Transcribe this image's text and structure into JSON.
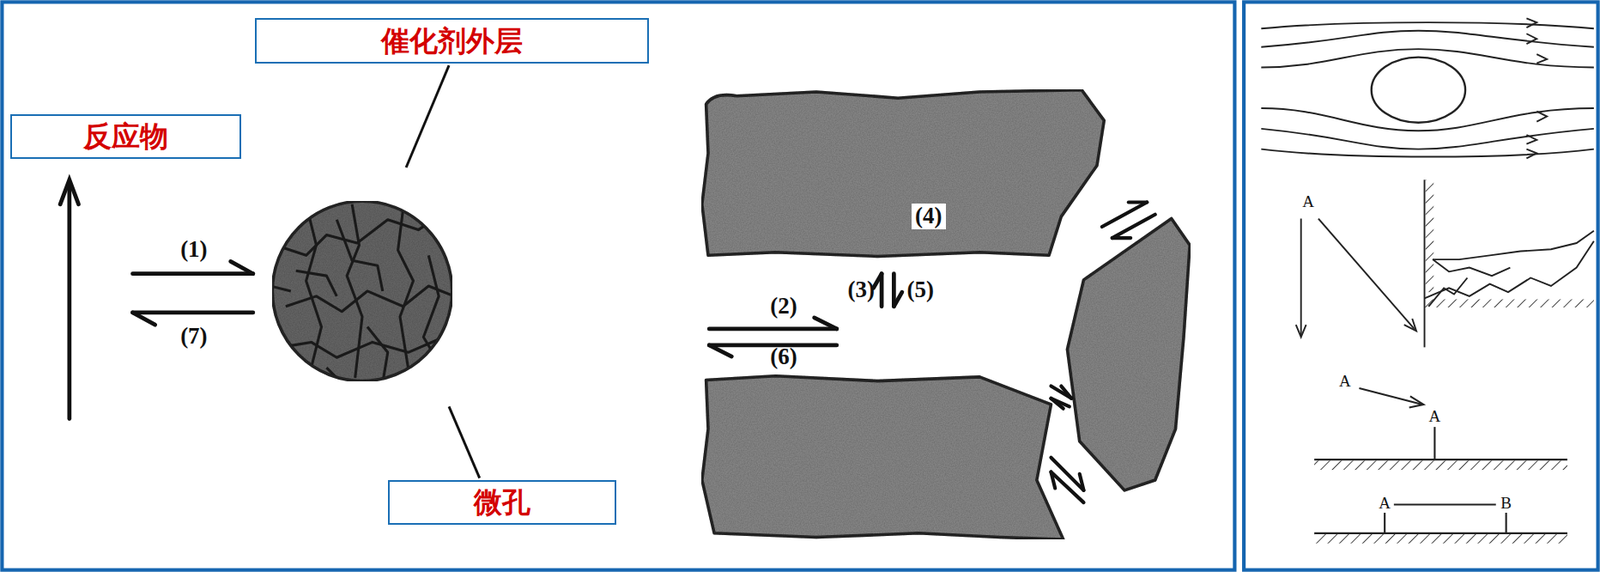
{
  "diagram": {
    "nodes": [
      {
        "text": [
          "反应物"
        ]
      },
      {
        "text": [
          "催化剂外层"
        ]
      },
      {
        "text": [
          "微孔"
        ]
      }
    ],
    "labels": [
      "(1)",
      "(7)",
      "(4)",
      "(2)",
      "(3)",
      "(5)",
      "(6)",
      "A",
      "A",
      "A",
      "A",
      "B"
    ]
  }
}
